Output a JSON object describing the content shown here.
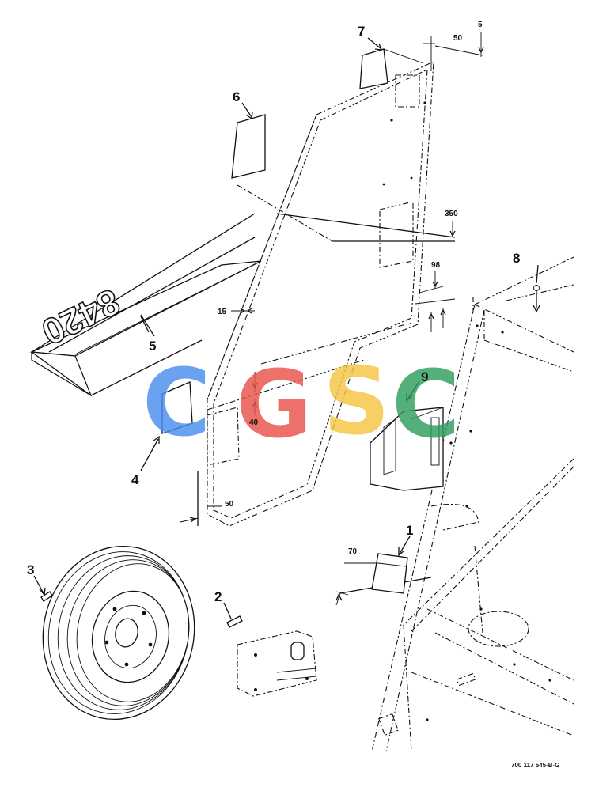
{
  "callouts": [
    "1",
    "2",
    "3",
    "4",
    "5",
    "6",
    "7",
    "8",
    "9"
  ],
  "dimensions": {
    "d5": "5",
    "d50_top": "50",
    "d350": "350",
    "d98": "98",
    "d15": "15",
    "d40": "40",
    "d50_bottom": "50",
    "d70": "70"
  },
  "decal_model_text": "8420",
  "drawing_number": "700 117 545-B-G",
  "watermark": {
    "letters": [
      "C",
      "G",
      "S",
      "C"
    ],
    "colors": [
      "#4a8ef0",
      "#e8534a",
      "#f6c644",
      "#2f9e5e"
    ]
  }
}
